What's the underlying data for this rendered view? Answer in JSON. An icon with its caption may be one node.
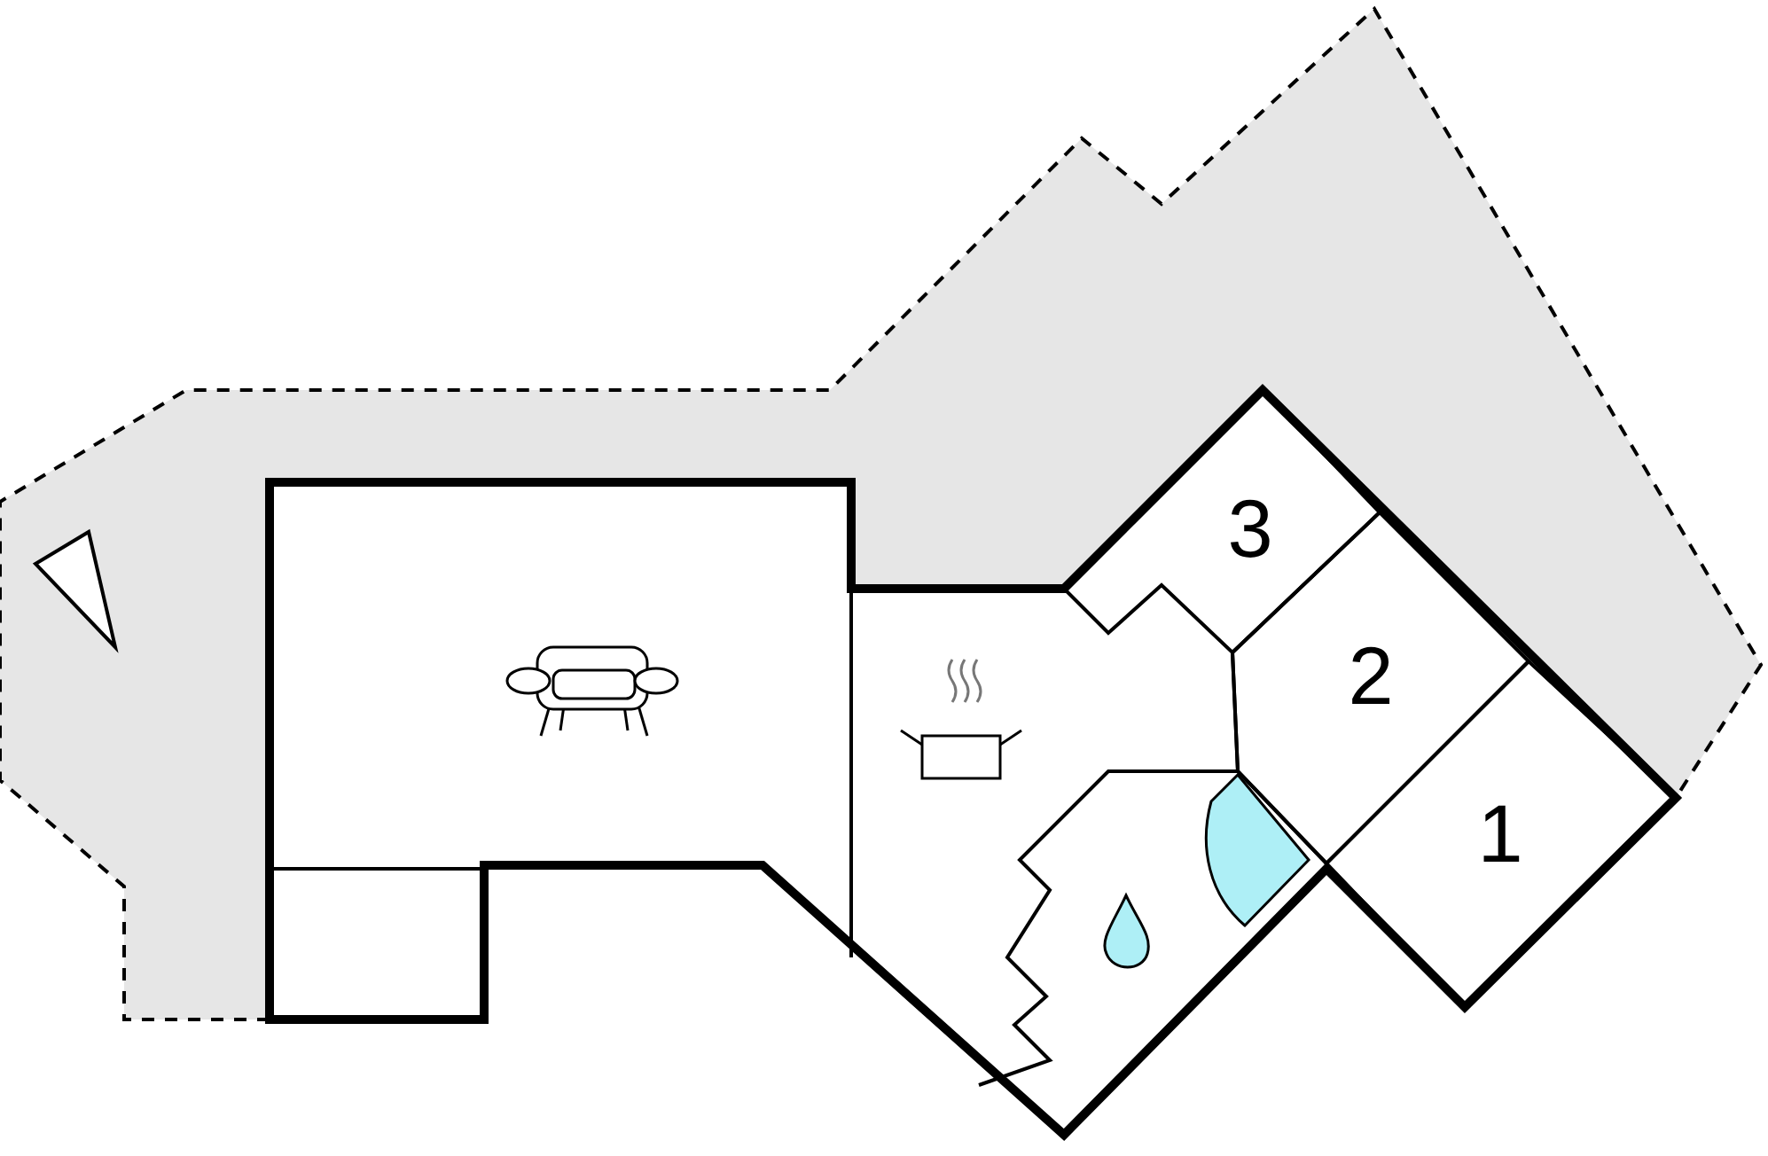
{
  "diagram": {
    "nodes": [
      {
        "text": [
          "3"
        ]
      },
      {
        "text": [
          "2"
        ]
      },
      {
        "text": [
          "1"
        ]
      }
    ]
  }
}
